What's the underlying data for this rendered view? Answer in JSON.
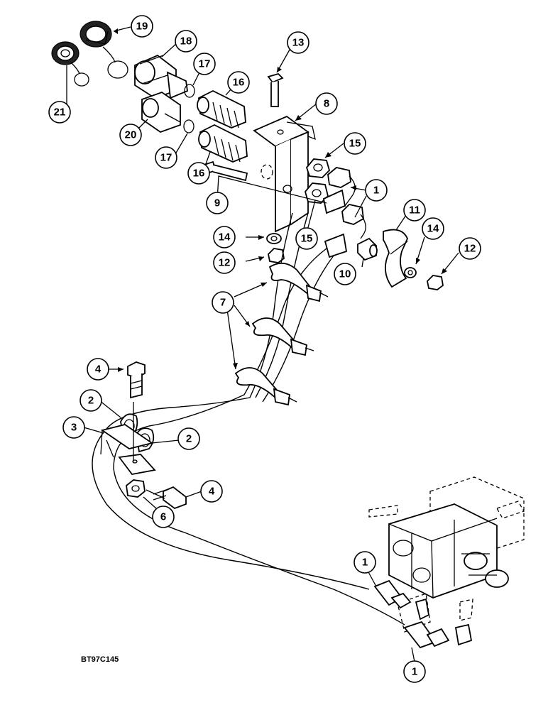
{
  "figure": {
    "code": "BT97C145"
  },
  "callouts": [
    {
      "id": "c21",
      "label": "21"
    },
    {
      "id": "c19",
      "label": "19"
    },
    {
      "id": "c18",
      "label": "18"
    },
    {
      "id": "c17a",
      "label": "17"
    },
    {
      "id": "c16a",
      "label": "16"
    },
    {
      "id": "c13",
      "label": "13"
    },
    {
      "id": "c20",
      "label": "20"
    },
    {
      "id": "c17b",
      "label": "17"
    },
    {
      "id": "c16b",
      "label": "16"
    },
    {
      "id": "c8",
      "label": "8"
    },
    {
      "id": "c15a",
      "label": "15"
    },
    {
      "id": "c9",
      "label": "9"
    },
    {
      "id": "c1a",
      "label": "1"
    },
    {
      "id": "c11",
      "label": "11"
    },
    {
      "id": "c14a",
      "label": "14"
    },
    {
      "id": "c15b",
      "label": "15"
    },
    {
      "id": "c14b",
      "label": "14"
    },
    {
      "id": "c12a",
      "label": "12"
    },
    {
      "id": "c10",
      "label": "10"
    },
    {
      "id": "c12b",
      "label": "12"
    },
    {
      "id": "c7",
      "label": "7"
    },
    {
      "id": "c4a",
      "label": "4"
    },
    {
      "id": "c2a",
      "label": "2"
    },
    {
      "id": "c3",
      "label": "3"
    },
    {
      "id": "c2b",
      "label": "2"
    },
    {
      "id": "c4b",
      "label": "4"
    },
    {
      "id": "c6",
      "label": "6"
    },
    {
      "id": "c1b",
      "label": "1"
    },
    {
      "id": "c1c",
      "label": "1"
    }
  ]
}
